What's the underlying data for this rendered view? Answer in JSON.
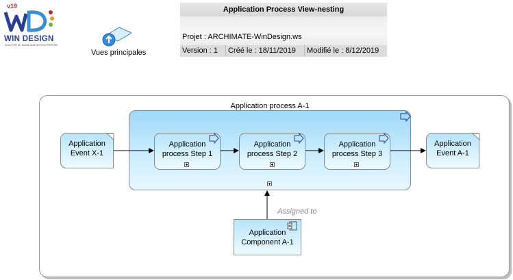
{
  "logo": {
    "version": "v19",
    "brand": "WIN DESIGN",
    "tagline": "SOLUTION DE MODÉLISATION D'ENTREPRISE"
  },
  "nav": {
    "home_label": "Vues principales"
  },
  "header": {
    "title": "Application Process View-nesting",
    "project": "Projet : ARCHIMATE-WinDesign.ws",
    "version": "Version : 1",
    "created": "Créé le : 18/11/2019",
    "modified": "Modifié le : 8/12/2019"
  },
  "diagram": {
    "group_title": "Application process A-1",
    "event_x": "Application\nEvent X-1",
    "steps": [
      "Application\nprocess Step 1",
      "Application\nprocess Step 2",
      "Application\nprocess Step 3"
    ],
    "event_a": "Application\nEvent A-1",
    "component": "Application\nComponent A-1",
    "assigned_label": "Assigned to"
  },
  "colors": {
    "node_fill": "#cdeeff",
    "node_border": "#8a8a8a",
    "brand_blue": "#2a3f8f",
    "brand_red": "#c0282d"
  }
}
